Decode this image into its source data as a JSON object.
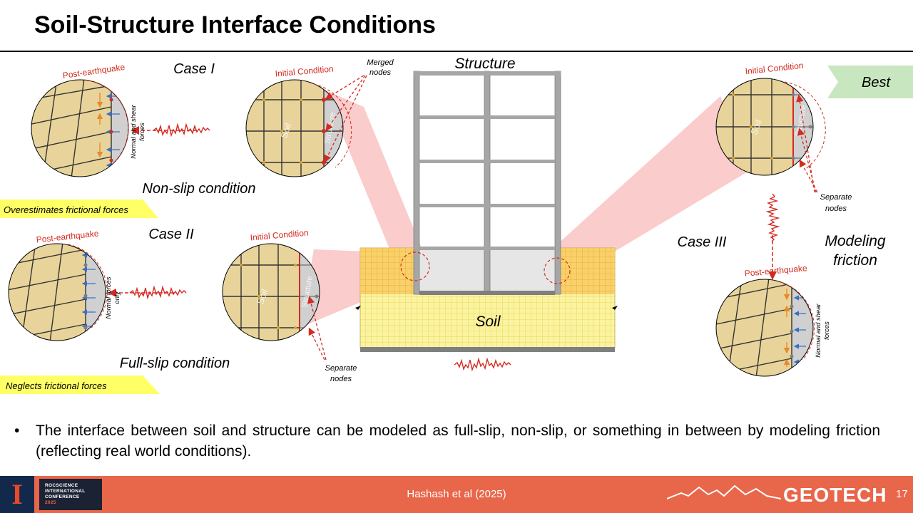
{
  "title": "Soil-Structure Interface Conditions",
  "labels": {
    "case1": "Case I",
    "case2": "Case II",
    "case3": "Case III",
    "structure": "Structure",
    "soil": "Soil",
    "merged_nodes": [
      "Merged",
      "nodes"
    ],
    "separate_nodes": [
      "Separate",
      "nodes"
    ],
    "post_earthquake": "Post-earthquake",
    "initial_condition": "Initial Condition",
    "normal_shear": [
      "Normal and shear",
      "forces"
    ],
    "normal_only": [
      "Normal forces",
      "only"
    ],
    "non_slip": "Non-slip condition",
    "full_slip": "Full-slip condition",
    "modeling_friction": [
      "Modeling",
      "friction"
    ],
    "best": "Best",
    "overestimates": "Overestimates frictional forces",
    "neglects": "Neglects frictional forces",
    "soil_in_circle": "Soil",
    "structure_in_circle": "Structure"
  },
  "bullet": "The interface between soil and structure can be modeled as full-slip, non-slip, or something in between by modeling friction (reflecting real world conditions).",
  "footer": {
    "conference": [
      "ROCSCIENCE",
      "INTERNATIONAL",
      "CONFERENCE",
      "2025"
    ],
    "citation": "Hashash et al (2025)",
    "brand": "GEOTECH",
    "page": "17"
  },
  "colors": {
    "accent_red": "#d42a20",
    "soil_fill": "#e8d49a",
    "structure_fill": "#d9d9d9",
    "tag_yellow": "#ffff66",
    "best_green": "#c8e6c0",
    "footer": "#e8664a"
  }
}
